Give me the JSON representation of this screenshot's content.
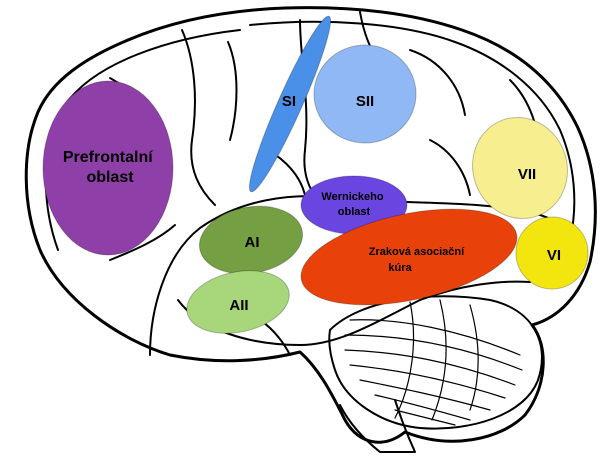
{
  "regions": {
    "prefrontal": {
      "line1": "Prefrontalní",
      "line2": "oblast",
      "color": "#8e3fa8"
    },
    "si": {
      "label": "SI",
      "color": "#4a90e8"
    },
    "sii": {
      "label": "SII",
      "color": "#8fb8f5"
    },
    "wernicke": {
      "line1": "Wernickeho",
      "line2": "oblast",
      "color": "#6a45e0"
    },
    "ai": {
      "label": "AI",
      "color": "#74a043"
    },
    "aii": {
      "label": "AII",
      "color": "#a7d77a"
    },
    "visual_assoc": {
      "line1": "Zraková asociační",
      "line2": "kúra",
      "color": "#e8420a"
    },
    "vii": {
      "label": "VII",
      "color": "#f7ef8f"
    },
    "vi": {
      "label": "VI",
      "color": "#f2e60e"
    }
  }
}
